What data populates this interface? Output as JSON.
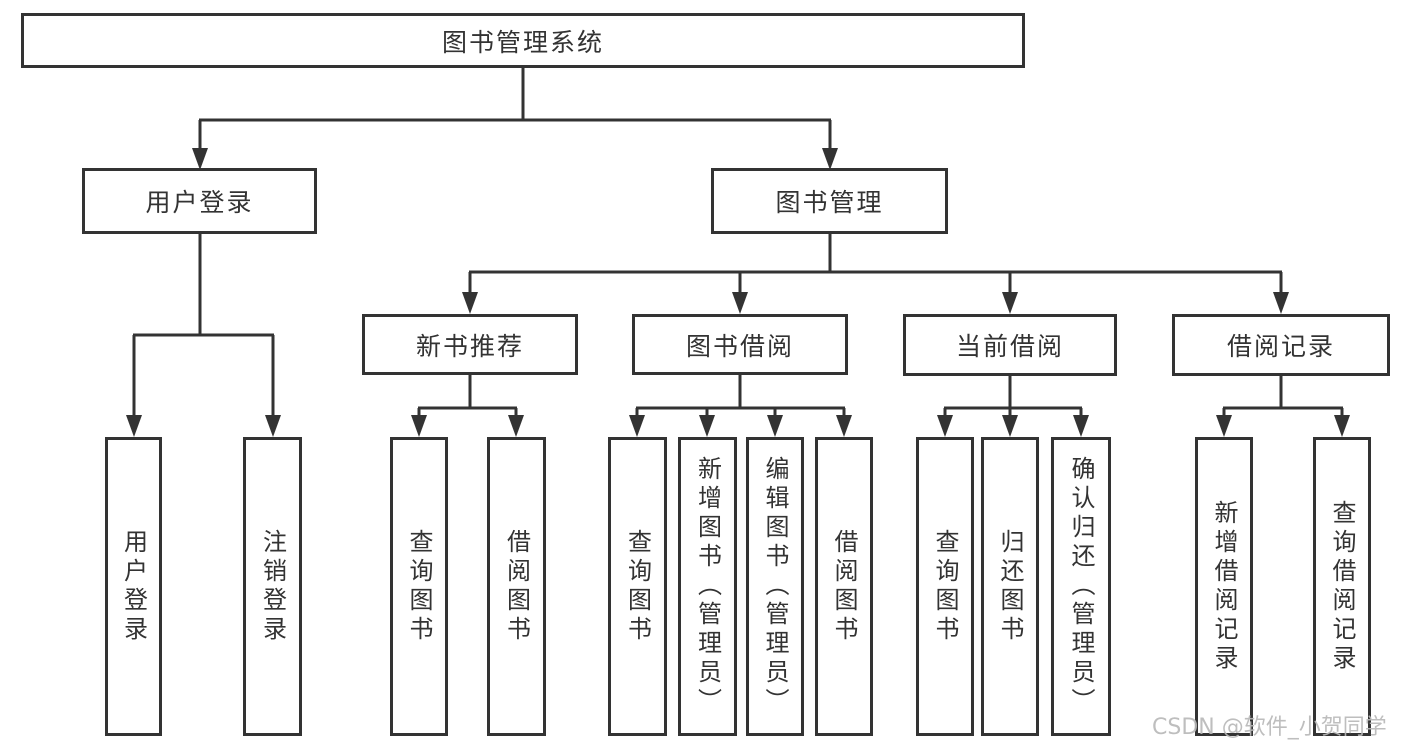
{
  "diagram": {
    "type": "tree",
    "root": {
      "label": "图书管理系统",
      "children": [
        {
          "label": "用户登录",
          "children": [
            {
              "label": "用户登录"
            },
            {
              "label": "注销登录"
            }
          ]
        },
        {
          "label": "图书管理",
          "children": [
            {
              "label": "新书推荐",
              "children": [
                {
                  "label": "查询图书"
                },
                {
                  "label": "借阅图书"
                }
              ]
            },
            {
              "label": "图书借阅",
              "children": [
                {
                  "label": "查询图书"
                },
                {
                  "label": "新增图书（管理员）"
                },
                {
                  "label": "编辑图书（管理员）"
                },
                {
                  "label": "借阅图书"
                }
              ]
            },
            {
              "label": "当前借阅",
              "children": [
                {
                  "label": "查询图书"
                },
                {
                  "label": "归还图书"
                },
                {
                  "label": "确认归还（管理员）"
                }
              ]
            },
            {
              "label": "借阅记录",
              "children": [
                {
                  "label": "新增借阅记录"
                },
                {
                  "label": "查询借阅记录"
                }
              ]
            }
          ]
        }
      ]
    },
    "colors": {
      "line": "#333333",
      "text": "#333333",
      "box_background": "#ffffff",
      "watermark": "#b9b9b9",
      "background": "#ffffff"
    }
  },
  "watermark": {
    "text": "CSDN @软件_小贺同学"
  }
}
